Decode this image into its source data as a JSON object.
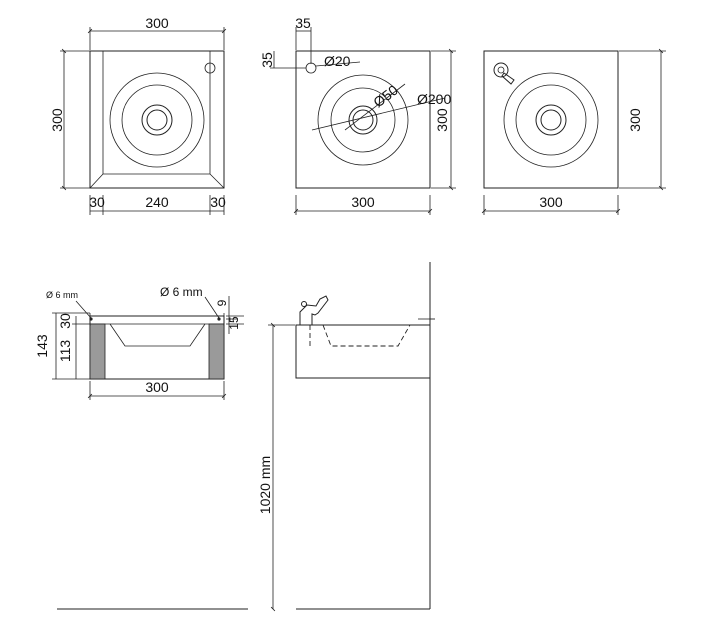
{
  "views": {
    "top_left": {
      "width_top": "300",
      "height_left": "300",
      "bottom_left": "30",
      "bottom_mid": "240",
      "bottom_right": "30"
    },
    "top_mid": {
      "offset_x": "35",
      "offset_y": "35",
      "hole_small": "Ø20",
      "drain": "Ø50",
      "bowl": "Ø200",
      "height_right": "300",
      "width_bottom": "300"
    },
    "top_right": {
      "height_right": "300",
      "width_bottom": "300"
    },
    "front": {
      "hole_left": "Ø 6 mm",
      "hole_right": "Ø 6 mm",
      "dim_9": "9",
      "dim_15": "15",
      "dim_30": "30",
      "dim_143": "143",
      "dim_113": "113",
      "width_bottom": "300"
    },
    "side": {
      "mount_height": "1020 mm"
    }
  }
}
